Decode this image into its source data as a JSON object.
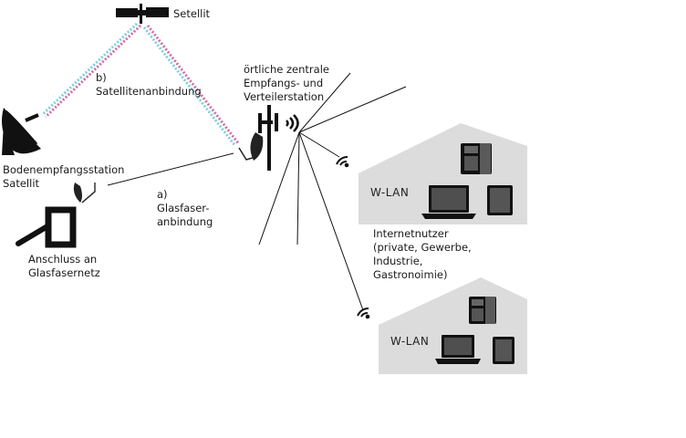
{
  "labels": {
    "satellite": "Setellit",
    "satellite_link": "b)\nSatellitenanbindung",
    "central_station": "örtliche zentrale\nEmpfangs- und\nVerteilerstation",
    "ground_station": "Bodenempfangsstation\nSatellit",
    "fiber_link": "a)\nGlasfaser-\nanbindung",
    "fiber_connection": "Anschluss an\nGlasfasernetz",
    "internet_users": "Internetnutzer\n(private, Gewerbe,\nIndustrie,\nGastronoimie)"
  },
  "houses": [
    {
      "label": "W-LAN",
      "devices": [
        "desk-phone",
        "laptop",
        "tablet"
      ]
    },
    {
      "label": "W-LAN",
      "devices": [
        "desk-phone",
        "laptop",
        "tablet"
      ]
    }
  ],
  "colors": {
    "house_fill": "#dcdcdc",
    "link_pink": "#c44a8a",
    "link_cyan": "#5fc3d6",
    "line": "#111111",
    "icon": "#111111"
  }
}
